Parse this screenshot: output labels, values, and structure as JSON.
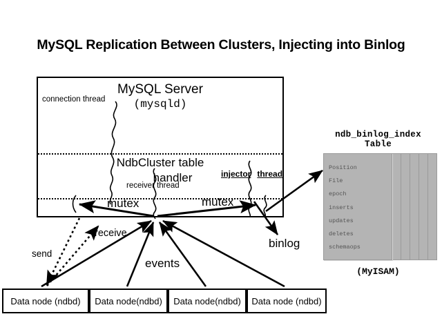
{
  "page": {
    "title": "MySQL Replication Between Clusters, Injecting into Binlog",
    "background_color": "#ffffff",
    "ink_color": "#000000"
  },
  "server_box": {
    "title": "MySQL Server",
    "subtitle": "(mysqld)",
    "handler_line1": "NdbCluster table",
    "handler_line2": "handler",
    "labels": {
      "connection_thread": "connection thread",
      "receiver_thread": "receiver thread",
      "injector_thread_word1": "injector",
      "injector_thread_word2": "thread",
      "mutex_left": "mutex",
      "mutex_right": "mutex"
    }
  },
  "flow_labels": {
    "binlog": "binlog",
    "send": "send",
    "receive": "receive",
    "events": "events"
  },
  "binlog_index_table": {
    "title_line1": "ndb_binlog_index",
    "title_line2": "Table",
    "engine": "(MyISAM)",
    "fill_color": "#b4b4b4",
    "text_color": "#555555",
    "copies": 6,
    "rows": [
      "Position",
      "File",
      "epoch",
      "inserts",
      "updates",
      "deletes",
      "schemaops"
    ]
  },
  "data_nodes": [
    {
      "label": "Data node (ndbd)"
    },
    {
      "label": "Data node(ndbd)"
    },
    {
      "label": "Data node(ndbd)"
    },
    {
      "label": "Data node (ndbd)"
    }
  ]
}
